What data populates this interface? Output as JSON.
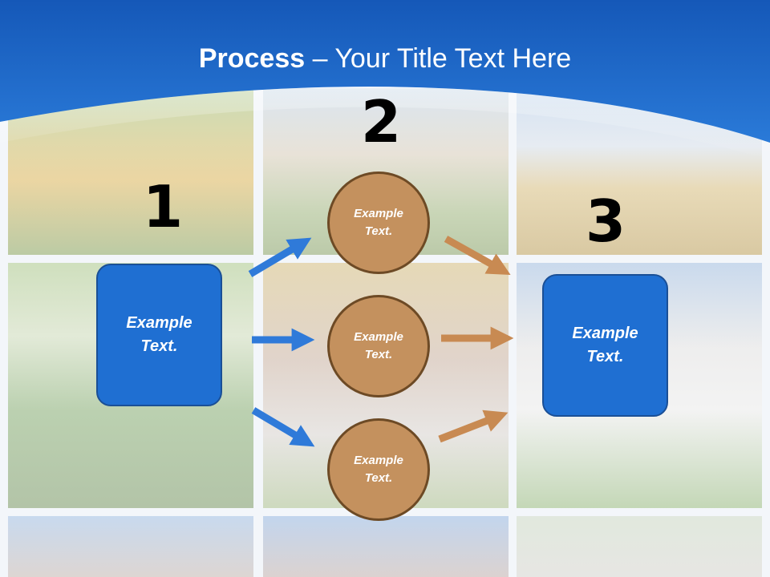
{
  "title": {
    "bold": "Process",
    "rest": " – Your Title Text Here"
  },
  "steps": {
    "one": "1",
    "two": "2",
    "three": "3"
  },
  "left_box": {
    "text": "Example Text."
  },
  "right_box": {
    "text": "Example Text."
  },
  "circles": [
    {
      "text": "Example Text."
    },
    {
      "text": "Example Text."
    },
    {
      "text": "Example Text."
    }
  ],
  "colors": {
    "header_blue": "#1a68cc",
    "box_blue": "#1f6fd2",
    "circle_tan": "#c4915e",
    "arrow_blue": "#2f7ad9",
    "arrow_tan": "#c88a52"
  }
}
